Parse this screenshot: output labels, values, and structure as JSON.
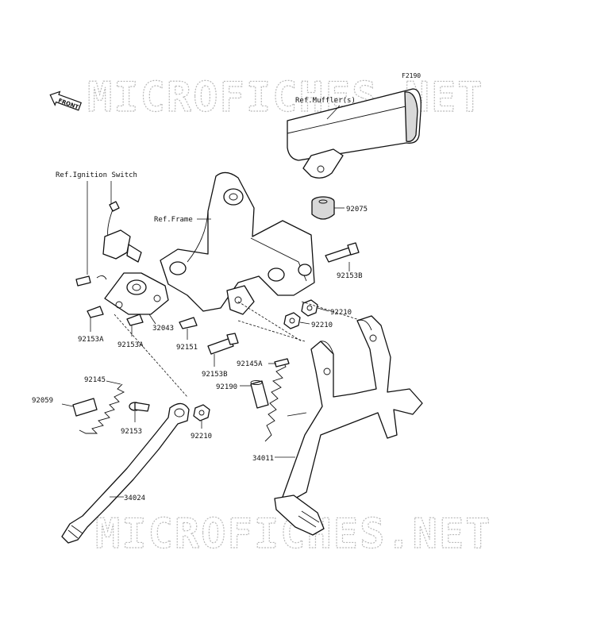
{
  "diagram_code": "F2190",
  "watermark": "MICROFICHES.NET",
  "front_badge": "FRONT",
  "references": {
    "muffler": "Ref.Muffler(s)",
    "ignition_switch": "Ref.Ignition Switch",
    "frame": "Ref.Frame"
  },
  "part_numbers": {
    "p92075": "92075",
    "p92153B_top": "92153B",
    "p92210_a": "92210",
    "p92210_b": "92210",
    "p92153A_left": "92153A",
    "p92153A_mid": "92153A",
    "p32043": "32043",
    "p92151": "92151",
    "p92153B_bottom": "92153B",
    "p92145A": "92145A",
    "p92190": "92190",
    "p92145": "92145",
    "p92059": "92059",
    "p92153": "92153",
    "p92210_c": "92210",
    "p34011": "34011",
    "p34024": "34024"
  }
}
